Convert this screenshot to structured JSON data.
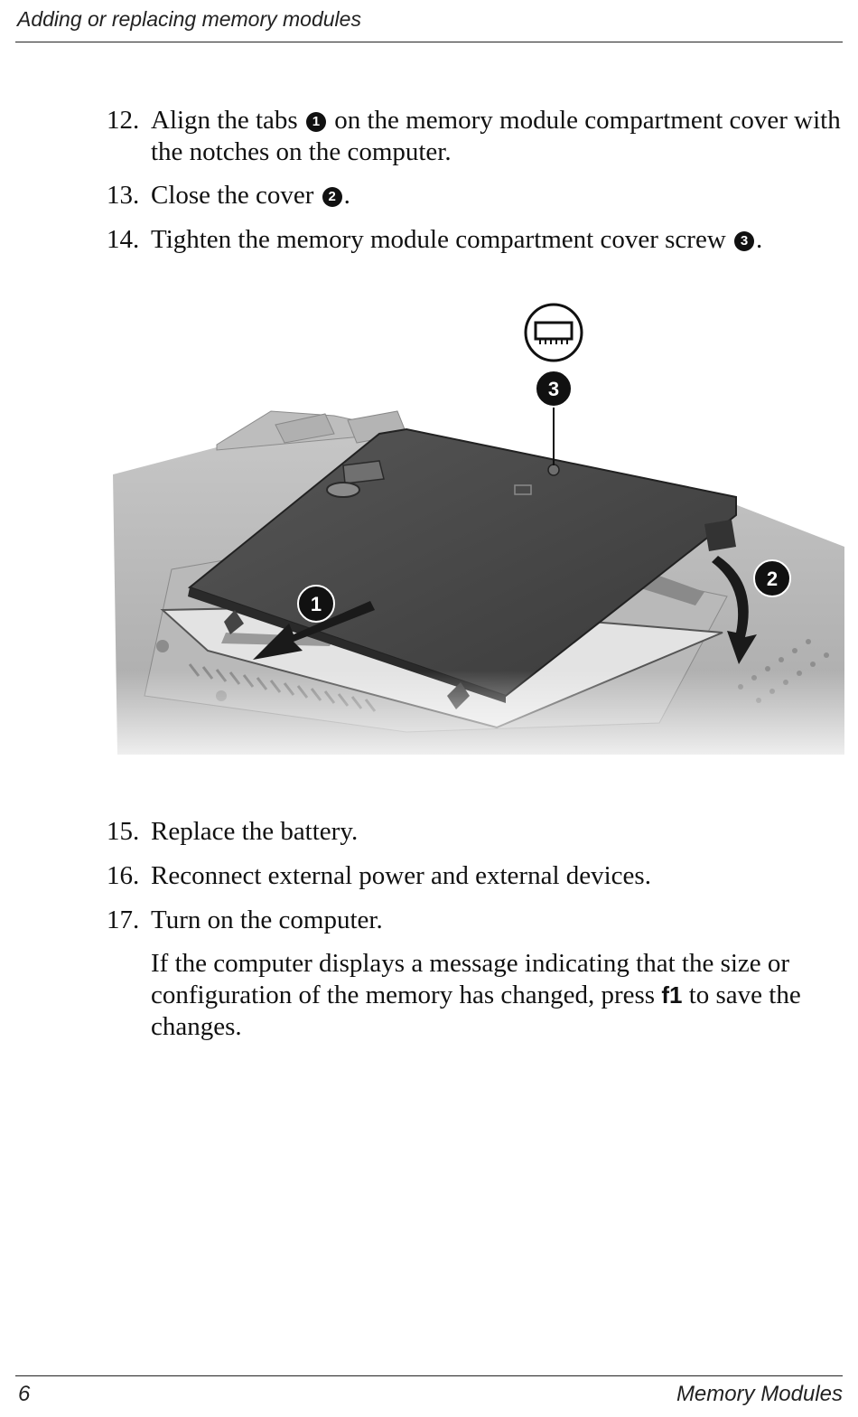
{
  "header": {
    "title": "Adding or replacing memory modules"
  },
  "steps_before": [
    {
      "num": "12.",
      "pre": "Align the tabs",
      "callout": "1",
      "post": "on the memory module compartment cover with the notches on the computer."
    },
    {
      "num": "13.",
      "pre": "Close the cover",
      "callout": "2",
      "post": "."
    },
    {
      "num": "14.",
      "pre": "Tighten the memory module compartment cover screw",
      "callout": "3",
      "post": "."
    }
  ],
  "figure": {
    "callouts": [
      "1",
      "2",
      "3"
    ],
    "icon": "memory-module-icon"
  },
  "steps_after": [
    {
      "num": "15.",
      "text": "Replace the battery."
    },
    {
      "num": "16.",
      "text": "Reconnect external power and external devices."
    },
    {
      "num": "17.",
      "text": "Turn on the computer."
    }
  ],
  "note": {
    "pre": "If the computer displays a message indicating that the size or configuration of the memory has changed, press",
    "key": "f1",
    "post": "to save the changes."
  },
  "footer": {
    "page_number": "6",
    "section_title": "Memory Modules"
  }
}
